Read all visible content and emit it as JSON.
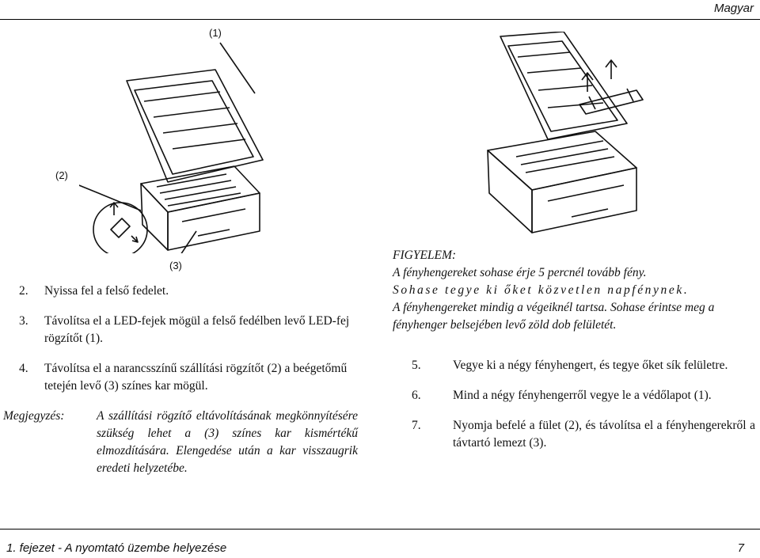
{
  "header": {
    "language": "Magyar"
  },
  "callouts": {
    "c1": "(1)",
    "c2": "(2)",
    "c3": "(3)"
  },
  "left_steps": [
    {
      "num": "2.",
      "text": "Nyissa fel a felső fedelet."
    },
    {
      "num": "3.",
      "text": "Távolítsa el a LED-fejek mögül a felső fedélben levő LED-fej rögzítőt (1)."
    },
    {
      "num": "4.",
      "text": "Távolítsa el a narancsszínű szállítási rögzítőt (2) a beégetőmű tetején levő (3) színes kar mögül."
    }
  ],
  "note": {
    "label": "Megjegyzés:",
    "text": "A szállítási rögzítő eltávolításának megkönnyítésére szükség lehet a (3) színes kar kismértékű elmozdítására. Elengedése után a kar visszaugrik eredeti helyzetébe."
  },
  "warning": {
    "title": "FIGYELEM:",
    "line1": "A fényhengereket sohase érje 5 percnél tovább fény.",
    "line2": "Sohase tegye ki őket közvetlen napfénynek.",
    "line3": "A fényhengereket mindig a végeiknél tartsa. Sohase érintse meg a fényhenger belsejében levő zöld dob felületét."
  },
  "right_steps": [
    {
      "num": "5.",
      "text": "Vegye ki a négy fényhengert, és tegye őket sík felületre."
    },
    {
      "num": "6.",
      "text": "Mind a négy fényhengerről vegye le a védőlapot (1)."
    },
    {
      "num": "7.",
      "text": "Nyomja befelé a fület (2), és távolítsa el a fényhengerekről a távtartó lemezt (3)."
    }
  ],
  "footer": {
    "chapter": "1. fejezet - A nyomtató üzembe helyezése",
    "page": "7"
  }
}
